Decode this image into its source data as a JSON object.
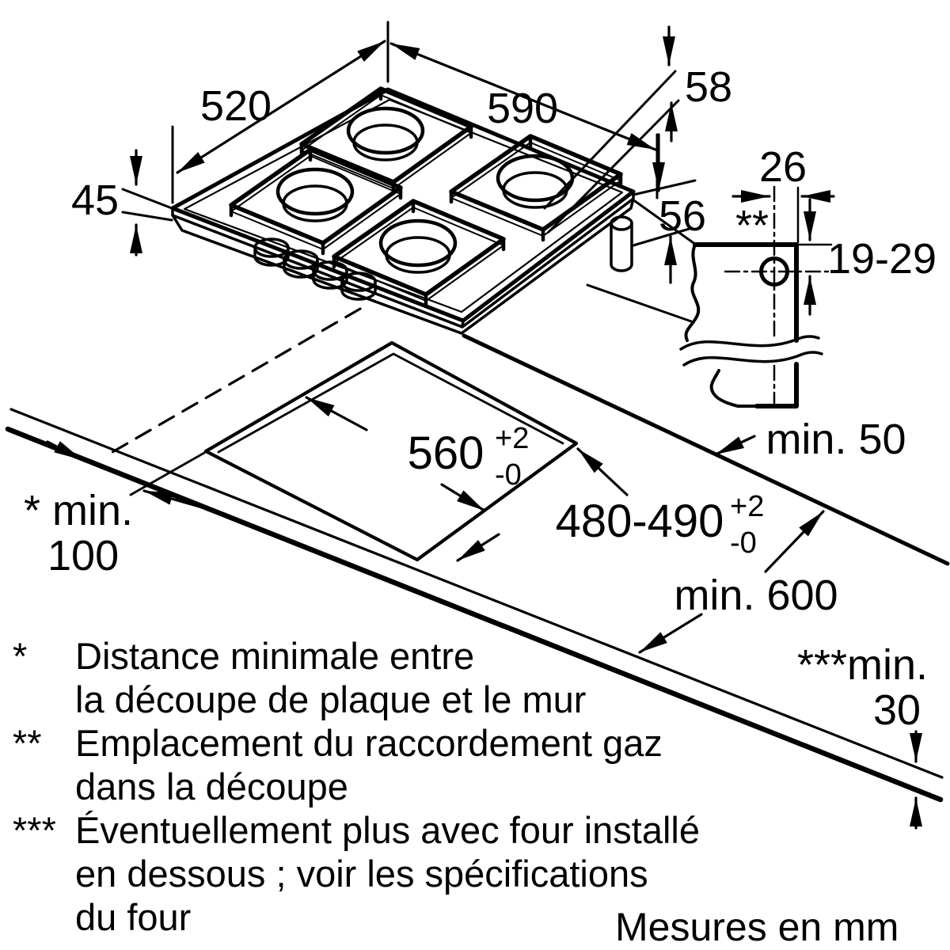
{
  "palette": {
    "ink": "#000000",
    "paper": "#ffffff",
    "burner_cap": "#c8c8c8"
  },
  "hob_dimensions": {
    "depth": "520",
    "width": "590",
    "height": "45",
    "edge_profile": "58",
    "below_worktop": "56"
  },
  "gas_connection": {
    "marker": "**",
    "offset_from_edge": "26",
    "depth_range": "19-29"
  },
  "cutout": {
    "width": "560",
    "width_tol_plus": "+2",
    "width_tol_minus": "-0",
    "depth": "480-490",
    "depth_tol_plus": "+2",
    "depth_tol_minus": "-0"
  },
  "clearances": {
    "rear": "min. 50",
    "wall_label": "* min.",
    "wall_value": "100",
    "below": "min. 600",
    "front_label": "***min.",
    "front_value": "30"
  },
  "footnotes": {
    "f1_marker": "*",
    "f1_line1": "Distance minimale entre",
    "f1_line2": "la découpe de plaque et le mur",
    "f2_marker": "**",
    "f2_line1": "Emplacement du raccordement gaz",
    "f2_line2": "dans la découpe",
    "f3_marker": "***",
    "f3_line1": "Éventuellement plus avec four installé",
    "f3_line2": "en dessous ; voir les spécifications",
    "f3_line3": "du four"
  },
  "units_note": "Mesures en mm"
}
